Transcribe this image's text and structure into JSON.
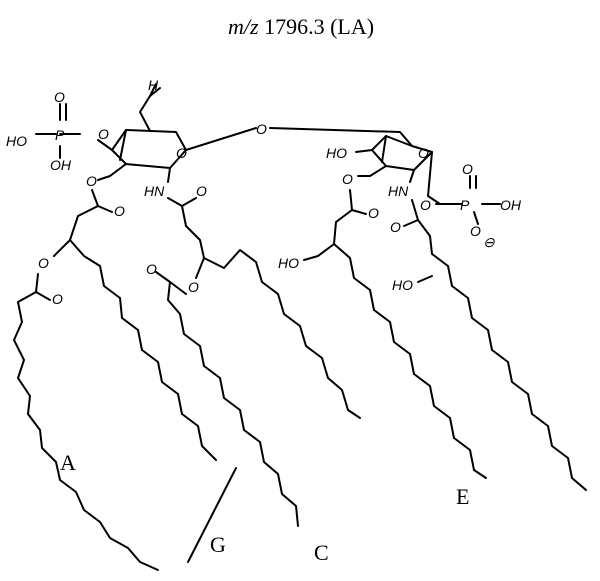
{
  "title": {
    "mz": "m/z",
    "value": " 1796.3 (LA)"
  },
  "atoms": {
    "h": "H",
    "o": "O",
    "p": "P",
    "oh": "OH",
    "ho": "HO",
    "hn": "HN",
    "minus": "⊖"
  },
  "chain_labels": {
    "a": "A",
    "c": "C",
    "e": "E",
    "g": "G"
  }
}
